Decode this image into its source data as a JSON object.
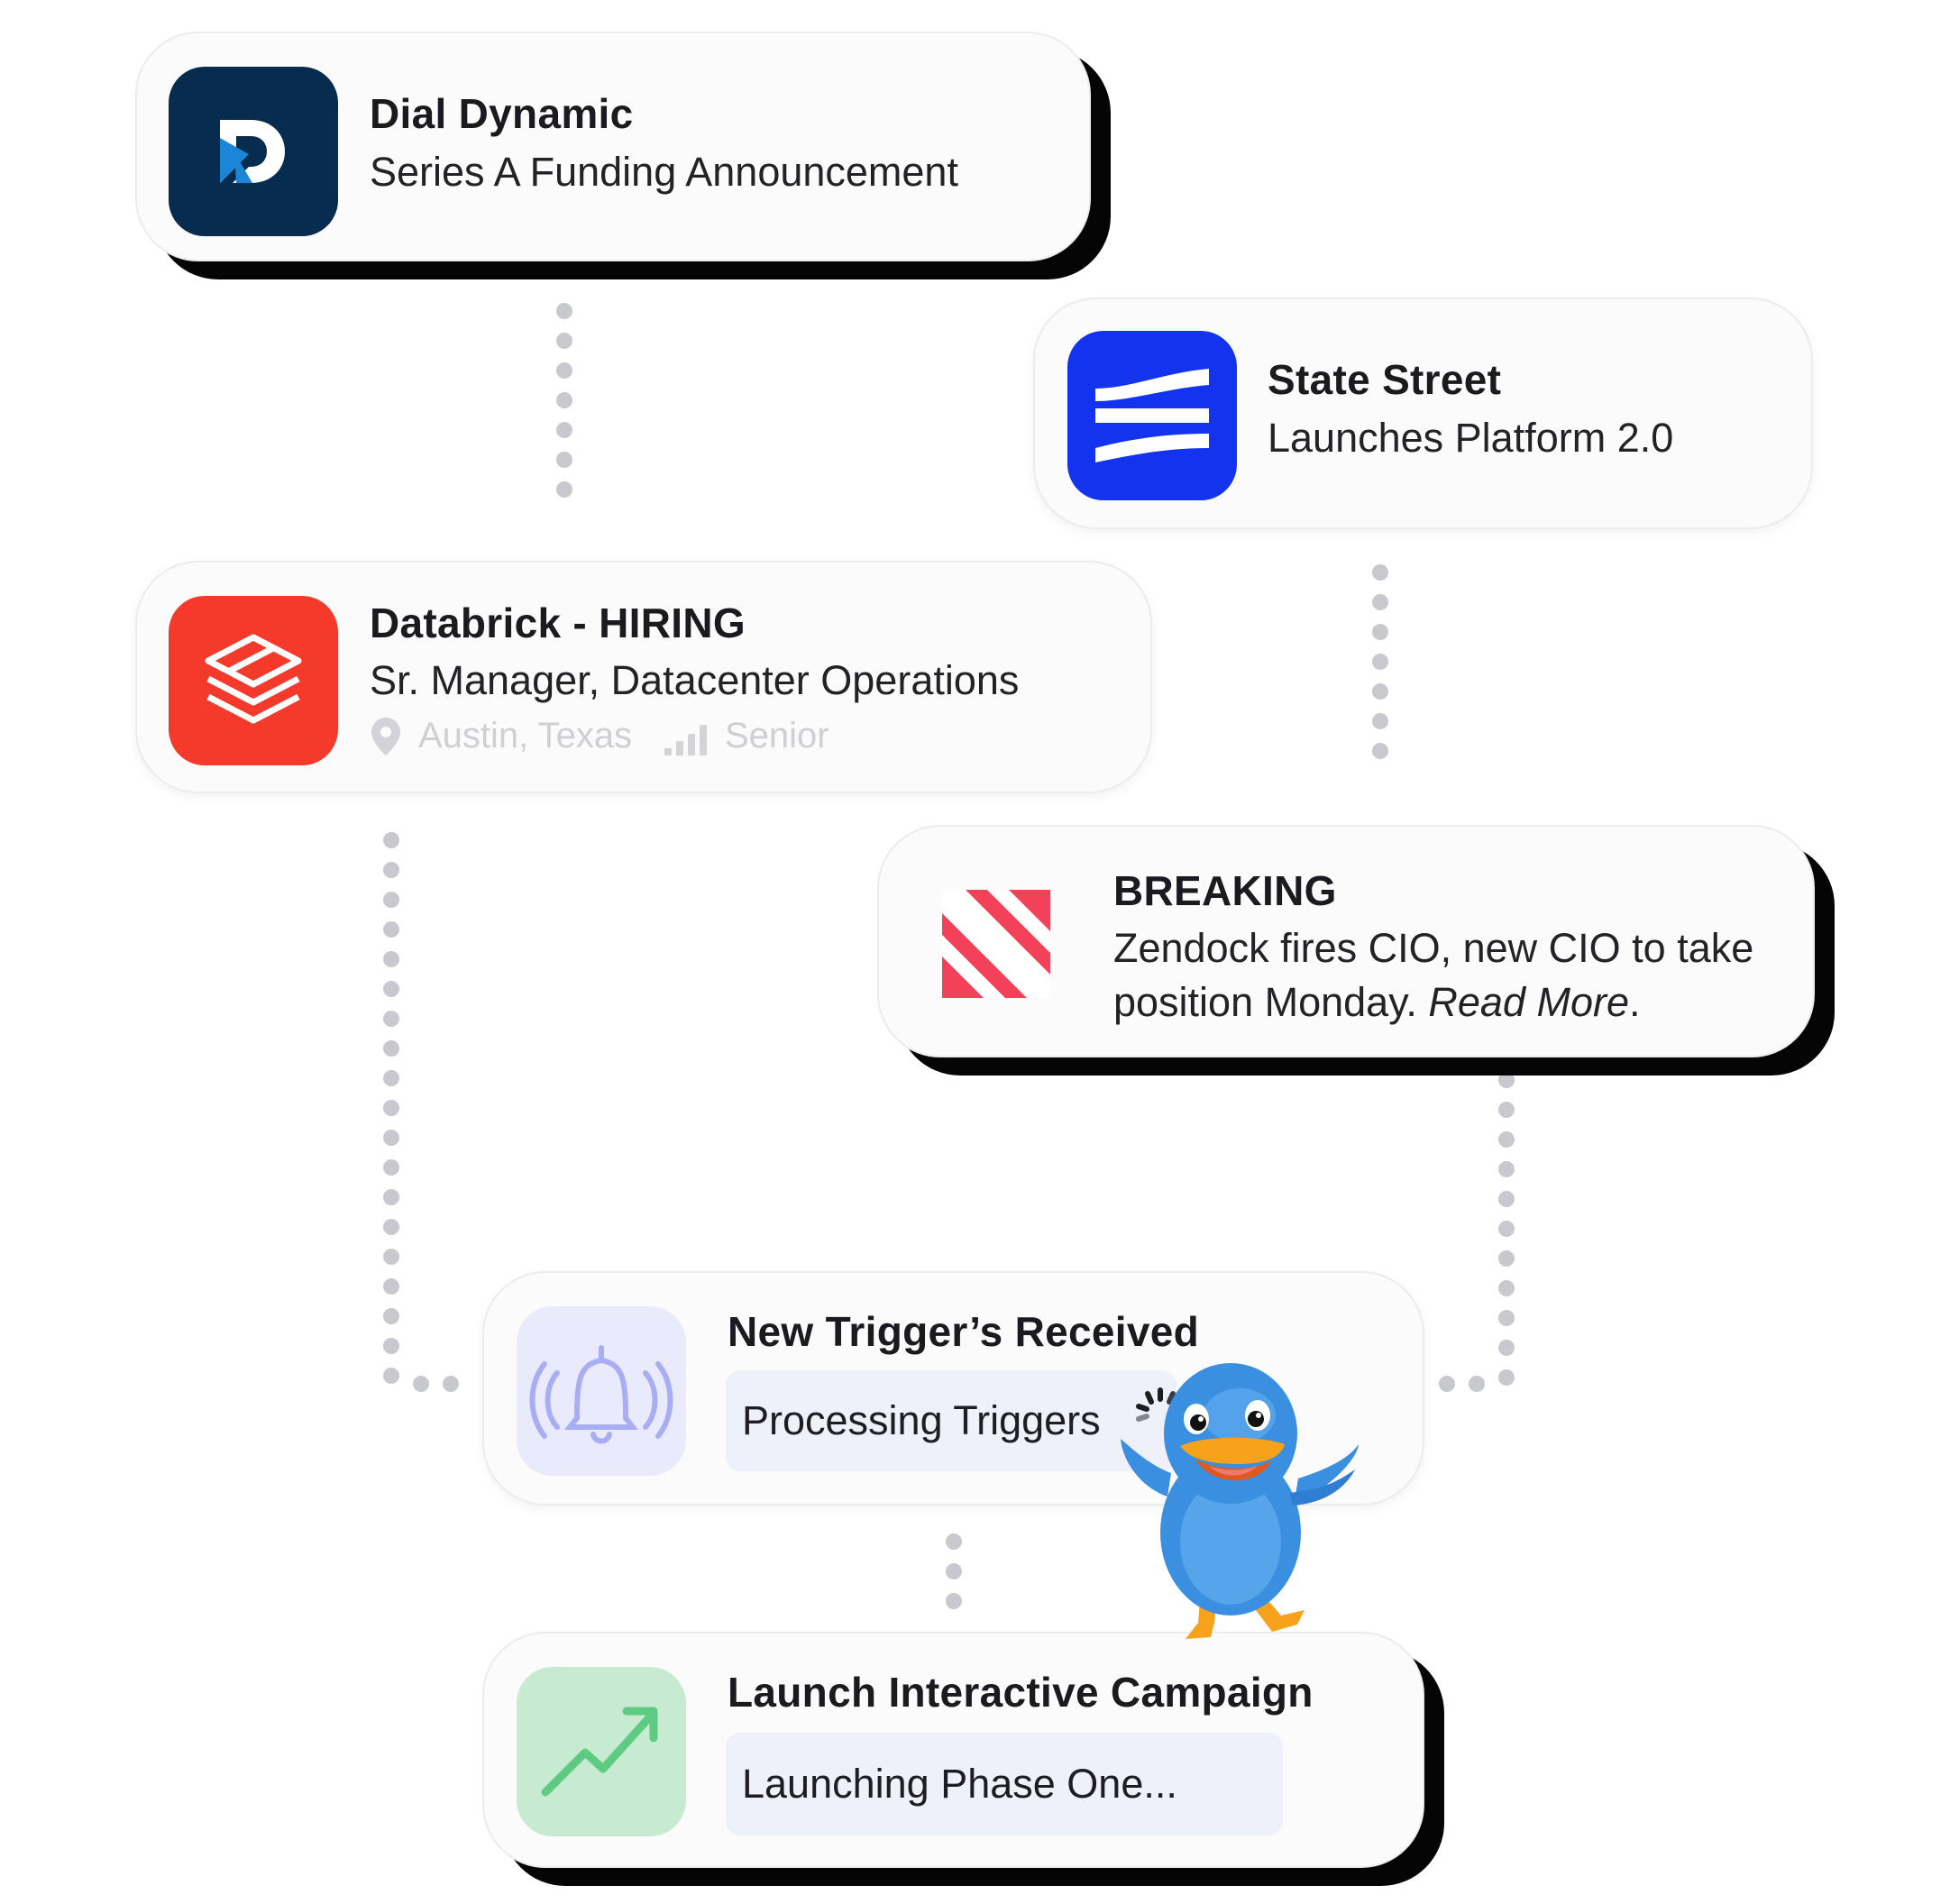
{
  "cards": {
    "dial": {
      "title": "Dial Dynamic",
      "subtitle": "Series A Funding Announcement",
      "icon": "dial-dynamic-logo"
    },
    "state": {
      "title": "State Street",
      "subtitle": "Launches Platform 2.0",
      "icon": "state-street-logo"
    },
    "databrick": {
      "title": "Databrick - HIRING",
      "subtitle": "Sr. Manager, Datacenter Operations",
      "location": "Austin, Texas",
      "level": "Senior",
      "icon": "databricks-logo"
    },
    "breaking": {
      "title": "BREAKING",
      "body": "Zendock fires CIO, new CIO to take position Monday.",
      "link": "Read More",
      "link_suffix": ".",
      "icon": "news-logo"
    },
    "trigger": {
      "title": "New Trigger’s Received",
      "status": "Processing Triggers",
      "icon": "bell-icon"
    },
    "campaign": {
      "title": "Launch Interactive Campaign",
      "status": "Launching Phase One...",
      "icon": "trend-up-icon"
    }
  },
  "colors": {
    "dial_tile": "#072c4f",
    "state_tile": "#1334ee",
    "databrick_tile": "#f53a2b",
    "news_mark": "#f24158",
    "bell_tile": "#e9ebfd",
    "trend_tile": "#c6ebd0",
    "card_shadow": "#050505",
    "dots": "#c8c9cf"
  }
}
